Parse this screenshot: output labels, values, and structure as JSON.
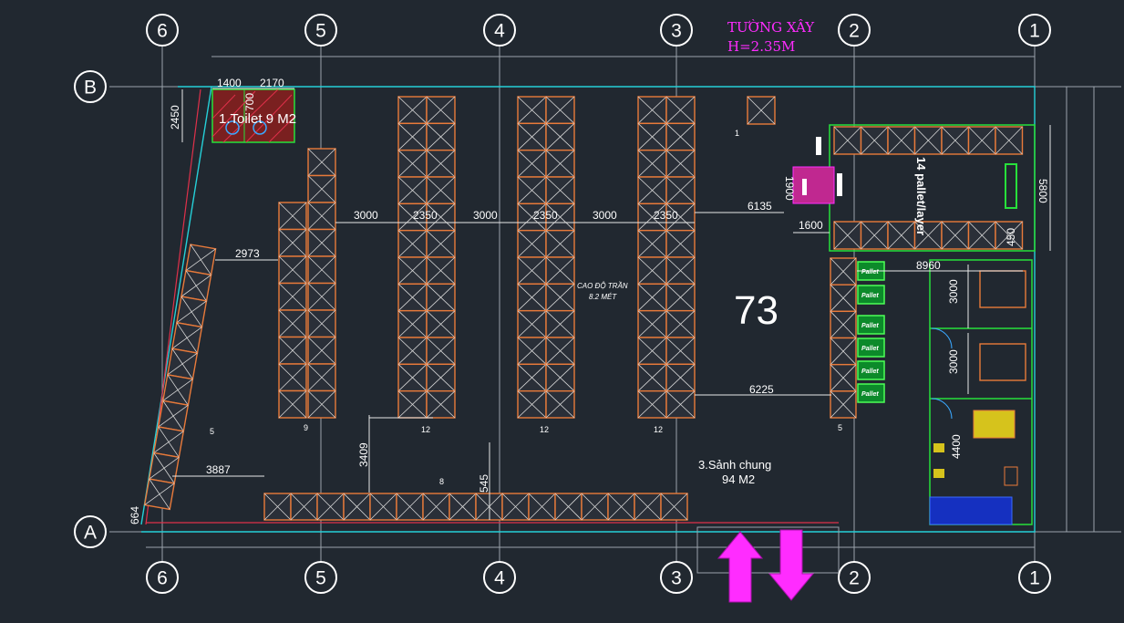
{
  "axes_columns": [
    "6",
    "5",
    "4",
    "3",
    "2",
    "1"
  ],
  "axes_rows": [
    "B",
    "A"
  ],
  "wall_note": {
    "line1": "TƯỜNG XÂY",
    "line2": "H=2.35M"
  },
  "toilet": {
    "label": "1.Toilet 9 M2",
    "dim_width_left": "1400",
    "dim_width_right": "2170",
    "dim_height": "2450",
    "dim_inner": "700"
  },
  "dimensions": {
    "aisle1": "3000",
    "rack_depth1": "2350",
    "aisle2": "3000",
    "rack_depth2": "2350",
    "aisle3": "3000",
    "rack_depth3": "2350",
    "to_office": "6135",
    "office_w": "1600",
    "office_h": "1900",
    "left_gap": "2973",
    "right_gap": "6225",
    "bottom_left": "3887",
    "bottom_vertical": "3409",
    "bottom_small": "545",
    "left_edge": "664",
    "right_room_w": "8960",
    "right_room_h": "5800",
    "small_450": "450",
    "meeting_1": "3000",
    "meeting_2": "3000",
    "office_small": "4400"
  },
  "rack_counts": {
    "slanted": "5",
    "row1": "9",
    "row2": "12",
    "row3": "12",
    "row4": "12",
    "right_col": "5",
    "small_single": "1",
    "bottom_row": "8"
  },
  "center_label": "73",
  "ceiling_note": {
    "line1": "CAO ĐỘ TRẦN",
    "line2": "8.2 MÉT"
  },
  "lobby": {
    "line1": "3.Sảnh chung",
    "line2": "94 M2"
  },
  "pallet_layer_label": "14 pallet/layer",
  "pallet_tags": [
    "Pallet",
    "Pallet",
    "Pallet",
    "Pallet",
    "Pallet",
    "Pallet"
  ],
  "colors": {
    "background": "#212830",
    "rack": "#e97a3a",
    "wall": "#25d0d8",
    "accent": "#ff2cff",
    "pallet": "#27e03b"
  }
}
